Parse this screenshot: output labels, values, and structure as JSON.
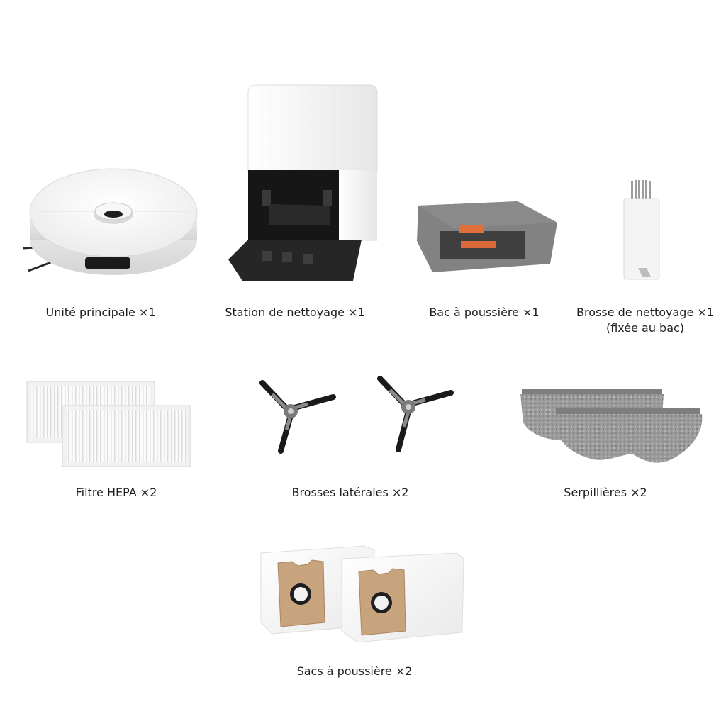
{
  "items": [
    {
      "label": "Unité principale ×1"
    },
    {
      "label": "Station de nettoyage ×1"
    },
    {
      "label": "Bac à poussière ×1"
    },
    {
      "label": "Brosse de nettoyage ×1",
      "sublabel": "(fixée au bac)"
    },
    {
      "label": "Filtre HEPA ×2"
    },
    {
      "label": "Brosses latérales ×2"
    },
    {
      "label": "Serpillières ×2"
    },
    {
      "label": "Sacs à poussière ×2"
    }
  ]
}
